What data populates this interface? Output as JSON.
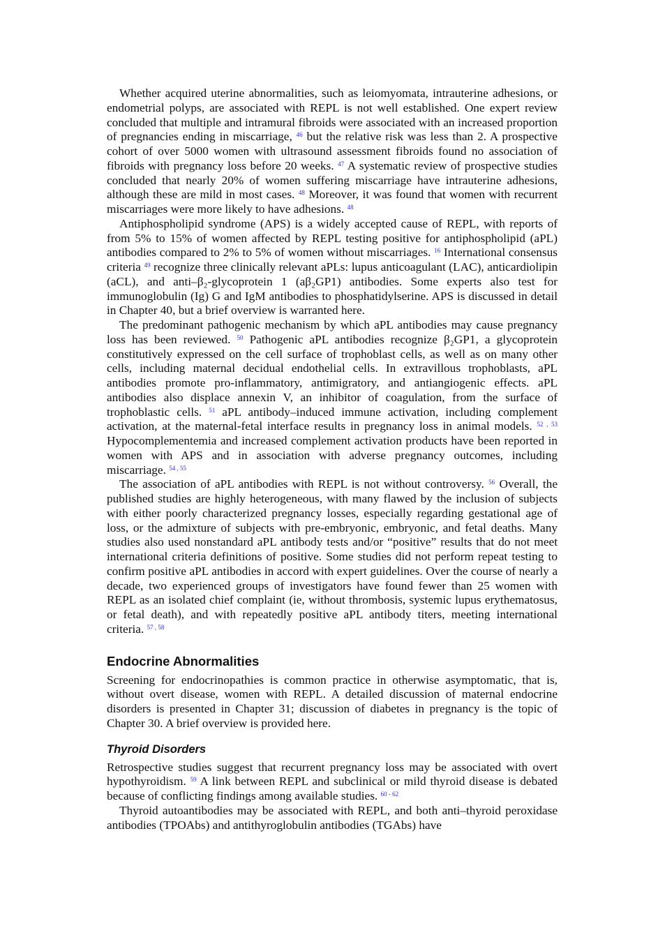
{
  "body": {
    "p1": {
      "t1": "Whether acquired uterine abnormalities, such as leiomyomata, intrauterine adhesions, or endometrial polyps, are associated with REPL is not well established. One expert review concluded that multiple and intramural fibroids were associated with an increased proportion of pregnancies ending in miscarriage,",
      "r1": "46",
      "t2": "but the relative risk was less than 2. A prospective cohort of over 5000 women with ultrasound assessment fibroids found no association of fibroids with pregnancy loss before 20 weeks.",
      "r2": "47",
      "t3": "A systematic review of prospective studies concluded that nearly 20% of women suffering miscarriage have intrauterine adhesions, although these are mild in most cases.",
      "r3": "48",
      "t4": "Moreover, it was found that women with recurrent miscarriages were more likely to have adhesions.",
      "r4": "48"
    },
    "p2": {
      "t1": "Antiphospholipid syndrome (APS) is a widely accepted cause of REPL, with reports of from 5% to 15% of women affected by REPL testing positive for antiphospholipid (aPL) antibodies compared to 2% to 5% of women without miscarriages.",
      "r1": "16",
      "t2": "International consensus criteria",
      "r2": "49",
      "t3": "recognize three clinically relevant aPLs: lupus anticoagulant (LAC), anticardiolipin (aCL), and anti–β₂-glycoprotein 1 (aβ₂GP1) antibodies. Some experts also test for immunoglobulin (Ig) G and IgM antibodies to phosphatidylserine. APS is discussed in detail in Chapter 40, but a brief overview is warranted here."
    },
    "p3": {
      "t1": "The predominant pathogenic mechanism by which aPL antibodies may cause pregnancy loss has been reviewed.",
      "r1": "50",
      "t2": "Pathogenic aPL antibodies recognize β₂GP1, a glycoprotein constitutively expressed on the cell surface of trophoblast cells, as well as on many other cells, including maternal decidual endothelial cells. In extravillous trophoblasts, aPL antibodies promote pro-inflammatory, antimigratory, and antiangiogenic effects. aPL antibodies also displace annexin V, an inhibitor of coagulation, from the surface of trophoblastic cells.",
      "r2": "51",
      "t3": "aPL antibody–induced immune activation, including complement activation, at the maternal-fetal interface results in pregnancy loss in animal models.",
      "r3": "52 , 53",
      "t4": "Hypocomplementemia and increased complement activation products have been reported in women with APS and in association with adverse pregnancy outcomes, including miscarriage.",
      "r4": "54 , 55"
    },
    "p4": {
      "t1": "The association of aPL antibodies with REPL is not without controversy.",
      "r1": "56",
      "t2": "Overall, the published studies are highly heterogeneous, with many flawed by the inclusion of subjects with either poorly characterized pregnancy losses, especially regarding gestational age of loss, or the admixture of subjects with pre-embryonic, embryonic, and fetal deaths. Many studies also used nonstandard aPL antibody tests and/or “positive” results that do not meet international criteria definitions of positive. Some studies did not perform repeat testing to confirm positive aPL antibodies in accord with expert guidelines. Over the course of nearly a decade, two experienced groups of investigators have found fewer than 25 women with REPL as an isolated chief complaint (ie, without thrombosis, systemic lupus erythematosus, or fetal death), and with repeatedly positive aPL antibody titers, meeting international criteria.",
      "r2": "57 , 58"
    },
    "h_endocrine": "Endocrine Abnormalities",
    "p5": {
      "t1": "Screening for endocrinopathies is common practice in otherwise asymptomatic, that is, without overt disease, women with REPL. A detailed discussion of maternal endocrine disorders is presented in Chapter 31; discussion of diabetes in pregnancy is the topic of Chapter 30. A brief overview is provided here."
    },
    "h_thyroid": "Thyroid Disorders",
    "p6": {
      "t1": "Retrospective studies suggest that recurrent pregnancy loss may be associated with overt hypothyroidism.",
      "r1": "59",
      "t2": "A link between REPL and subclinical or mild thyroid disease is debated because of conflicting findings among available studies.",
      "r2": "60 - 62"
    },
    "p7": {
      "t1": "Thyroid autoantibodies may be associated with REPL, and both anti–thyroid peroxidase antibodies (TPOAbs) and antithyroglobulin antibodies (TGAbs) have"
    },
    "colors": {
      "text": "#111111",
      "reference": "#2b2bd6"
    }
  }
}
